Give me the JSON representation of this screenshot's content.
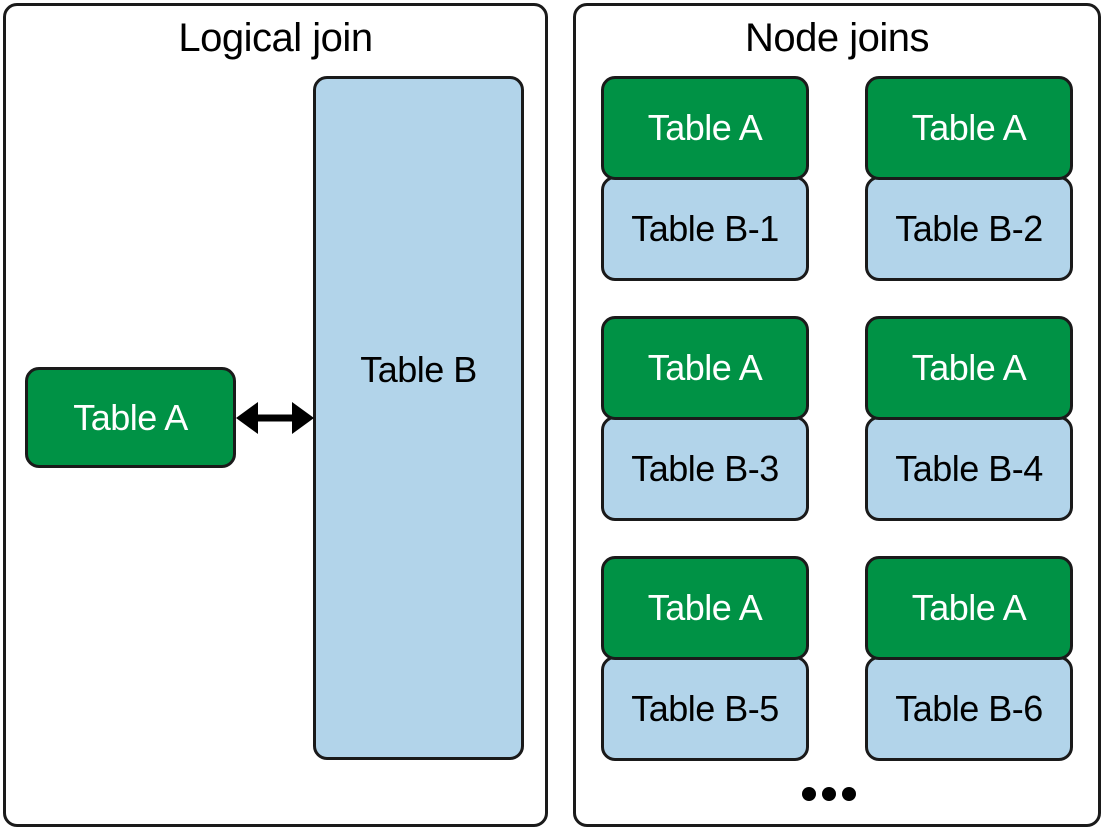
{
  "logical": {
    "title": "Logical join",
    "table_a": "Table A",
    "table_b": "Table B"
  },
  "node": {
    "title": "Node joins",
    "pairs": [
      {
        "a": "Table A",
        "b": "Table B-1"
      },
      {
        "a": "Table A",
        "b": "Table B-2"
      },
      {
        "a": "Table A",
        "b": "Table B-3"
      },
      {
        "a": "Table A",
        "b": "Table B-4"
      },
      {
        "a": "Table A",
        "b": "Table B-5"
      },
      {
        "a": "Table A",
        "b": "Table B-6"
      }
    ]
  },
  "colors": {
    "green": "#009245",
    "blue": "#b2d4ea",
    "border": "#1a1a1a"
  }
}
